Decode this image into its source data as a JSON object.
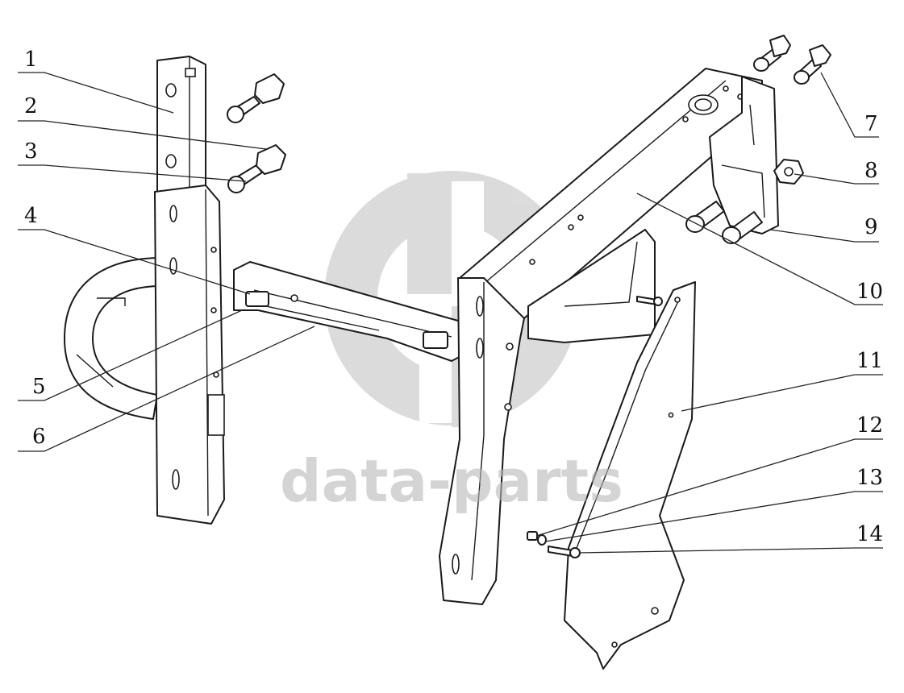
{
  "watermark": {
    "text": "data-parts"
  },
  "callouts": [
    "1",
    "2",
    "3",
    "4",
    "5",
    "6",
    "7",
    "8",
    "9",
    "10",
    "11",
    "12",
    "13",
    "14"
  ]
}
